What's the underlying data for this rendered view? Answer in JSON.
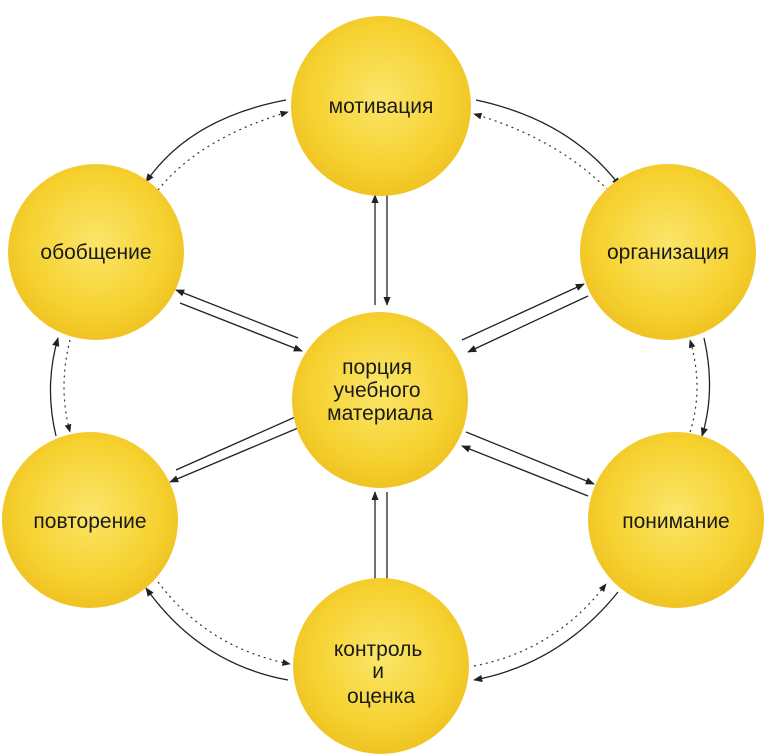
{
  "nodes": {
    "center": {
      "lines": [
        "порция",
        "учебного",
        "материала"
      ]
    },
    "motivation": {
      "lines": [
        "мотивация"
      ]
    },
    "organization": {
      "lines": [
        "организация"
      ]
    },
    "understanding": {
      "lines": [
        "понимание"
      ]
    },
    "control": {
      "lines": [
        "контроль",
        "и",
        "оценка"
      ]
    },
    "repetition": {
      "lines": [
        "повторение"
      ]
    },
    "generalization": {
      "lines": [
        "обобщение"
      ]
    }
  },
  "colors": {
    "node_fill": "#f6d030",
    "node_fill_light": "#fbe565",
    "node_edge": "#e8b81e",
    "text": "#1a1a1a",
    "arrow": "#222222"
  }
}
